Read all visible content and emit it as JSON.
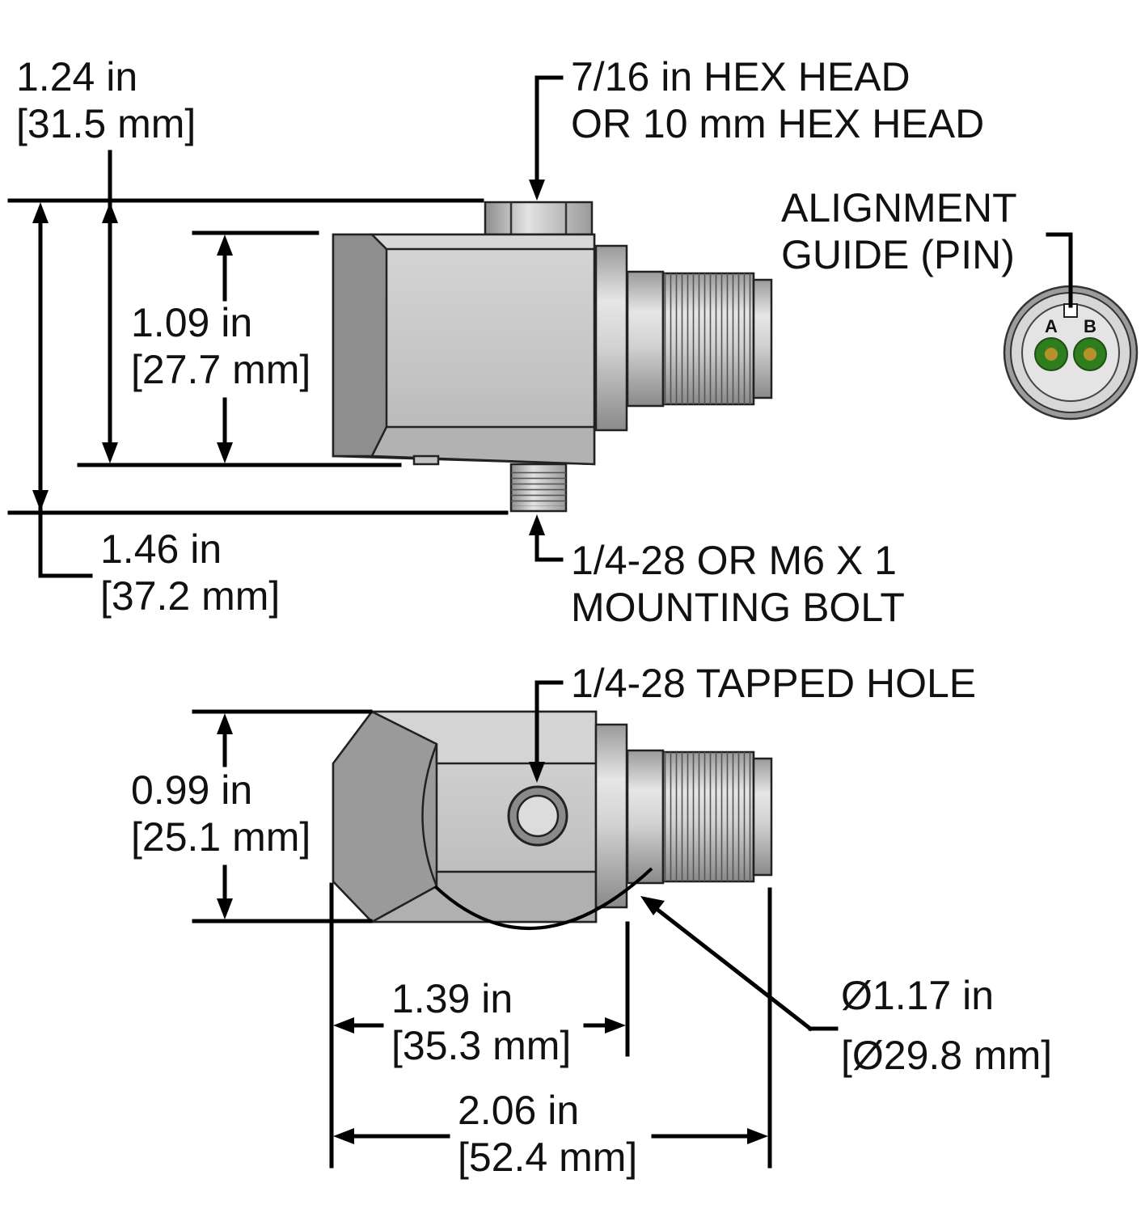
{
  "labels": {
    "dim_124_in": "1.24 in",
    "dim_124_mm": "[31.5 mm]",
    "dim_109_in": "1.09 in",
    "dim_109_mm": "[27.7 mm]",
    "dim_146_in": "1.46 in",
    "dim_146_mm": "[37.2 mm]",
    "hex_line1": "7/16 in HEX HEAD",
    "hex_line2": "OR 10 mm HEX HEAD",
    "align_line1": "ALIGNMENT",
    "align_line2": "GUIDE (PIN)",
    "pin_a": "A",
    "pin_b": "B",
    "bolt_line1": "1/4-28 OR M6 X 1",
    "bolt_line2": "MOUNTING BOLT",
    "tapped_hole": "1/4-28 TAPPED HOLE",
    "dim_099_in": "0.99 in",
    "dim_099_mm": "[25.1 mm]",
    "dim_139_in": "1.39 in",
    "dim_139_mm": "[35.3 mm]",
    "dim_206_in": "2.06 in",
    "dim_206_mm": "[52.4 mm]",
    "dia_in": "Ø1.17 in",
    "dia_mm": "[Ø29.8 mm]"
  },
  "colors": {
    "body_light": "#c8c8c8",
    "body_mid": "#b0b0b0",
    "body_dark": "#8e8e8e",
    "pin_green": "#2e7d1f",
    "pin_gold": "#b8902a"
  }
}
